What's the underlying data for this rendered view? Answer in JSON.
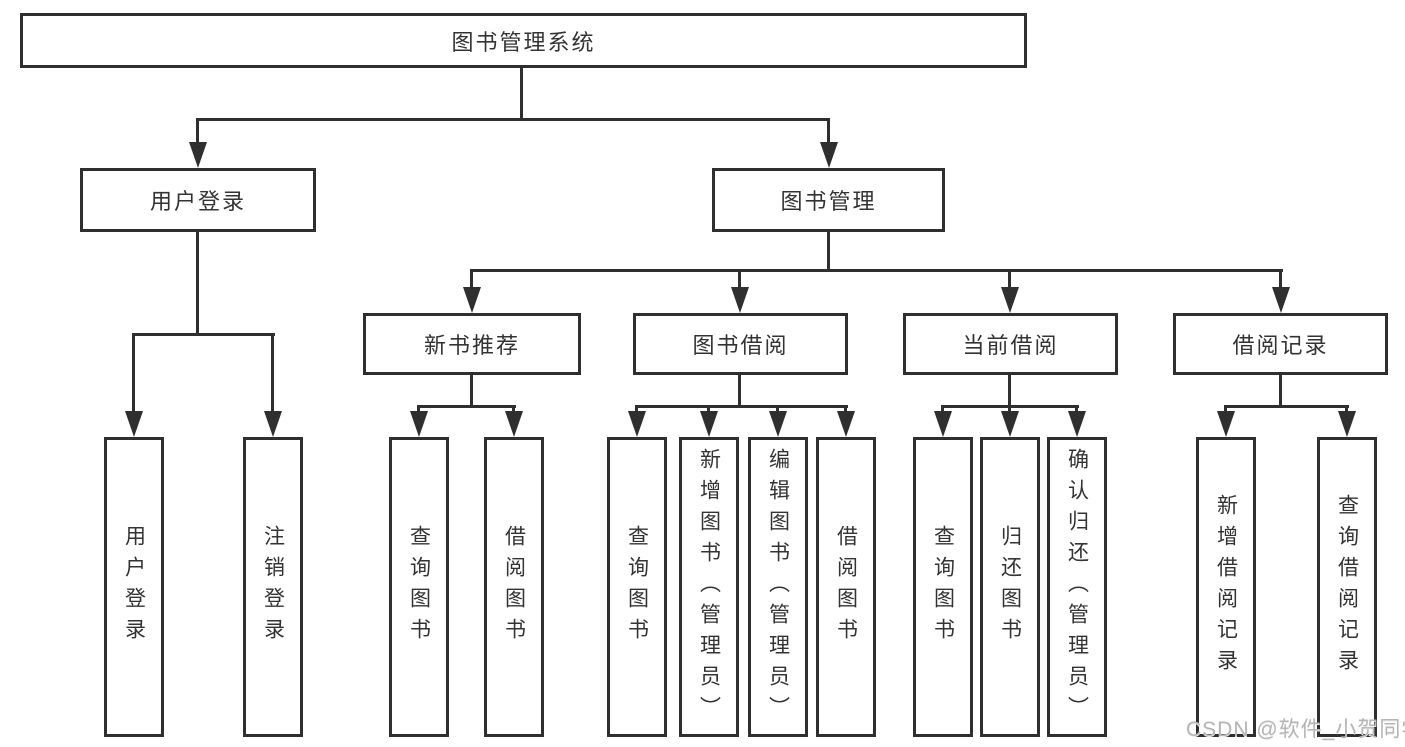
{
  "diagram": {
    "title": "图书管理系统",
    "level2": [
      {
        "label": "用户登录"
      },
      {
        "label": "图书管理"
      }
    ],
    "login_children": [
      "用户登录",
      "注销登录"
    ],
    "groups": [
      {
        "label": "新书推荐",
        "children": [
          "查询图书",
          "借阅图书"
        ]
      },
      {
        "label": "图书借阅",
        "children": [
          "查询图书",
          "新增图书（管理员）",
          "编辑图书（管理员）",
          "借阅图书"
        ]
      },
      {
        "label": "当前借阅",
        "children": [
          "查询图书",
          "归还图书",
          "确认归还（管理员）"
        ]
      },
      {
        "label": "借阅记录",
        "children": [
          "新增借阅记录",
          "查询借阅记录"
        ]
      }
    ],
    "watermark": "CSDN @软件_小贺同学",
    "colors": {
      "line": "#2f2f2f",
      "text": "#333333",
      "background": "#ffffff",
      "watermark": "#b5b5b5"
    }
  }
}
